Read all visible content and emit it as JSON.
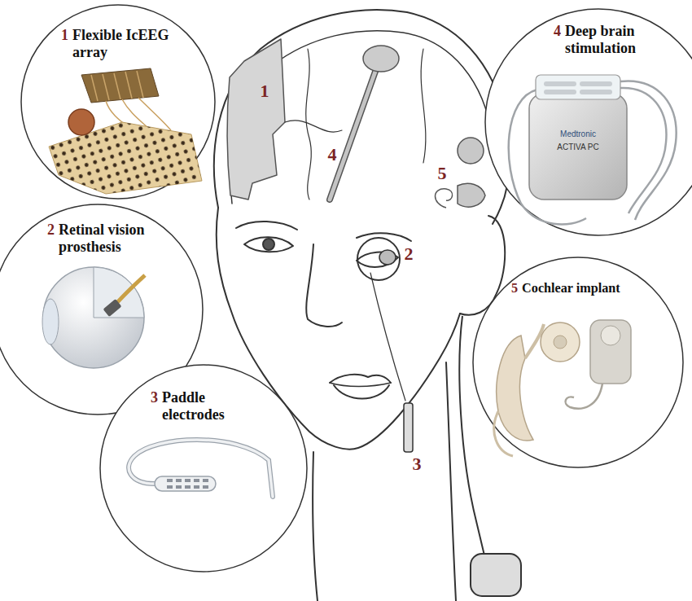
{
  "diagram": {
    "nodes": [
      {
        "text": [
          "1",
          "Flexible IcEEG array"
        ]
      },
      {
        "text": [
          "2",
          "Retinal vision prosthesis"
        ]
      },
      {
        "text": [
          "3",
          "Paddle electrodes"
        ]
      },
      {
        "text": [
          "4",
          "Deep brain stimulation"
        ]
      },
      {
        "text": [
          "5",
          "Cochlear implant"
        ]
      }
    ],
    "labels": [
      "1",
      "4",
      "5",
      "2",
      "3",
      "Medtronic",
      "ACTIVA PC"
    ]
  }
}
